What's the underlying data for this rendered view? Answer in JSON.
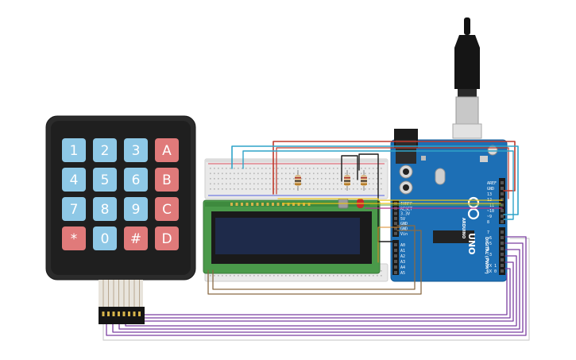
{
  "keypad": {
    "keys": [
      {
        "label": "1",
        "type": "num"
      },
      {
        "label": "2",
        "type": "num"
      },
      {
        "label": "3",
        "type": "num"
      },
      {
        "label": "A",
        "type": "fn"
      },
      {
        "label": "4",
        "type": "num"
      },
      {
        "label": "5",
        "type": "num"
      },
      {
        "label": "6",
        "type": "num"
      },
      {
        "label": "B",
        "type": "fn"
      },
      {
        "label": "7",
        "type": "num"
      },
      {
        "label": "8",
        "type": "num"
      },
      {
        "label": "9",
        "type": "num"
      },
      {
        "label": "C",
        "type": "fn"
      },
      {
        "label": "*",
        "type": "fn"
      },
      {
        "label": "0",
        "type": "num"
      },
      {
        "label": "#",
        "type": "fn"
      },
      {
        "label": "D",
        "type": "fn"
      }
    ]
  },
  "arduino": {
    "model": "UNO",
    "brand_text": "ARDUINO",
    "digital_label": "DIGITAL (PWM~)",
    "top_pins": [
      "AREF",
      "GND",
      "13",
      "12",
      "~11",
      "~10",
      "~9",
      "8"
    ],
    "bottom_pins": [
      "7",
      "~6",
      "~5",
      "4",
      "~3",
      "2",
      "TX 1",
      "RX 0"
    ],
    "power_pins": [
      "IOREF",
      "RESET",
      "3.3V",
      "5V",
      "GND",
      "GND",
      "Vin"
    ],
    "analog_pins": [
      "A0",
      "A1",
      "A2",
      "A3",
      "A4",
      "A5"
    ]
  },
  "colors": {
    "keypad_body": "#2b2b2b",
    "key_num": "#8ec8e6",
    "key_fn": "#e07a7a",
    "lcd_pcb": "#4a9a4a",
    "lcd_screen": "#1e2a4a",
    "arduino": "#1d6fb5",
    "wire_red": "#c0392b",
    "wire_cyan": "#2fa4c9",
    "wire_purple": "#7b3fa0",
    "wire_yellow": "#e6c21a",
    "wire_brown": "#8a6a45"
  }
}
